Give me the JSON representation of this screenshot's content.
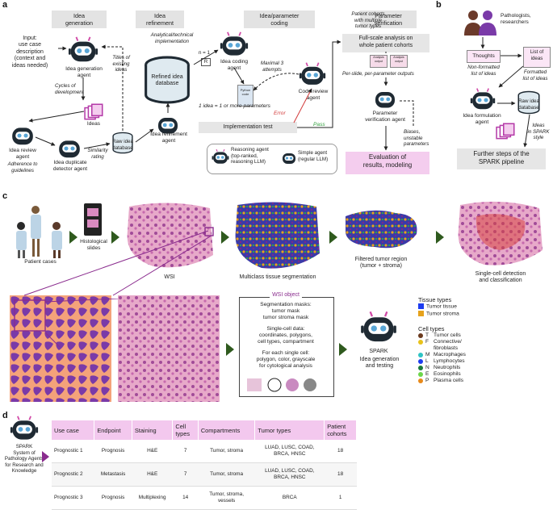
{
  "panels": {
    "a": "a",
    "b": "b",
    "c": "c",
    "d": "d"
  },
  "panel_a": {
    "headers": {
      "idea_generation": "Idea\ngeneration",
      "idea_refinement": "Idea\nrefinement",
      "idea_parameter_coding": "Idea/parameter\ncoding",
      "parameter_verification": "Parameter\nverification"
    },
    "input": "Input:\nuse case\ndescription\n(context and\nideas needed)",
    "titles_existing": "Titles of\nexisting\nideas",
    "cycles": "Cycles of\ndevelopment",
    "analytical": "Analytical/technical\nimplementation",
    "n1": "n = 1",
    "r_box": "R",
    "patient_cohorts": "Patient cohorts\nwith multiple\ntumor types",
    "maximal": "Maximal 3\nattempts",
    "per_slide": "Per-slide, per-parameter outputs",
    "biases": "Biases,\nunstable\nparameters",
    "one_idea": "1 idea = 1 or more parameters",
    "error": "Error",
    "pass": "Pass",
    "python_code": "Python\ncode",
    "analysis_output": "Analysis\noutput",
    "agents": {
      "idea_generation": "Idea generation\nagent",
      "ideas": "Ideas",
      "idea_review": "Idea review\nagent",
      "adherence": "Adherence to\nguidelines",
      "duplicate": "Idea duplicate\ndetector agent",
      "similarity": "Similarity\nrating",
      "raw_db": "Raw idea\ndatabase",
      "refined_db": "Refined idea\ndatabase",
      "refinement": "Idea refinement\nagent",
      "coding": "Idea coding\nagent",
      "code_review": "Code review\nagent",
      "verification": "Parameter\nverification agent"
    },
    "impl_test": "Implementation test",
    "full_scale": "Full-scale analysis on\nwhole patient cohorts",
    "evaluation": "Evaluation of\nresults, modeling",
    "legend": {
      "reasoning": "Reasoning agent\n(top-ranked,\nreasoning LLM)",
      "simple": "Simple agent\n(regular LLM)"
    }
  },
  "panel_b": {
    "pathologists": "Pathologists,\nresearchers",
    "thoughts": "Thoughts",
    "non_formatted": "Non-formatted\nlist of ideas",
    "list_ideas": "List of\nideas",
    "formatted": "Formatted\nlist of ideas",
    "formulation": "Idea formulation\nagent",
    "raw_db": "Raw idea\ndatabase",
    "spark_style": "Ideas\nin SPARK\nstyle",
    "further": "Further steps of the\nSPARK pipeline"
  },
  "panel_c": {
    "patient_cases": "Patient cases",
    "histological": "Histological\nslides",
    "wsi": "WSI",
    "multiclass": "Multiclass tissue segmentation",
    "filtered": "Filtered tumor region\n(tumor + stroma)",
    "singlecell": "Single-cell detection\nand classification",
    "wsi_object_title": "WSI object",
    "seg_masks": "Segmentation masks:\ntumor mask\ntumor stroma mask",
    "single_cell_data": "Single-cell data:\ncoordinates, polygons,\ncell types, compartment",
    "for_each": "For each single cell:\npolygon, color, grayscale\nfor cytological analysis",
    "spark_title": "SPARK",
    "spark_sub": "Idea generation\nand testing",
    "tissue_types_title": "Tissue types",
    "tissue_types": [
      {
        "label": "Tumor tissue",
        "color": "#1d3cf0"
      },
      {
        "label": "Tumor stroma",
        "color": "#e6a21c"
      }
    ],
    "cell_types_title": "Cell types",
    "cell_types": [
      {
        "code": "T",
        "label": "Tumor cells",
        "color": "#6b3a1e"
      },
      {
        "code": "F",
        "label": "Connective/\nfibroblasts",
        "color": "#e8c21a"
      },
      {
        "code": "M",
        "label": "Macrophages",
        "color": "#2ec4c4"
      },
      {
        "code": "L",
        "label": "Lymphocytes",
        "color": "#1d3cf0"
      },
      {
        "code": "N",
        "label": "Neutrophils",
        "color": "#1a7a3a"
      },
      {
        "code": "E",
        "label": "Eosinophils",
        "color": "#6cd64a"
      },
      {
        "code": "P",
        "label": "Plasma cells",
        "color": "#e88a1a"
      }
    ]
  },
  "panel_d": {
    "spark_full": "SPARK\nSystem of\nPathology Agents\nfor Research and\nKnowledge",
    "columns": [
      "Use case",
      "Endpoint",
      "Staining",
      "Cell\ntypes",
      "Compartments",
      "Tumor types",
      "Patient\ncohorts"
    ],
    "rows": [
      [
        "Prognostic 1",
        "Prognosis",
        "H&E",
        "7",
        "Tumor, stroma",
        "LUAD, LUSC, COAD,\nBRCA, HNSC",
        "18"
      ],
      [
        "Prognostic 2",
        "Metastasis",
        "H&E",
        "7",
        "Tumor, stroma",
        "LUAD, LUSC, COAD,\nBRCA, HNSC",
        "18"
      ],
      [
        "Prognostic 3",
        "Prognosis",
        "Multiplexing",
        "14",
        "Tumor, stroma,\nvessels",
        "BRCA",
        "1"
      ]
    ]
  },
  "colors": {
    "pink": "#f4cdee",
    "magenta": "#b43aa8",
    "gray": "#e4e4e4",
    "arrow_green": "#2f5a1e",
    "robot_dark": "#1f2a33",
    "robot_eye": "#5aa6d6",
    "purple_line": "#8a2c8e"
  }
}
